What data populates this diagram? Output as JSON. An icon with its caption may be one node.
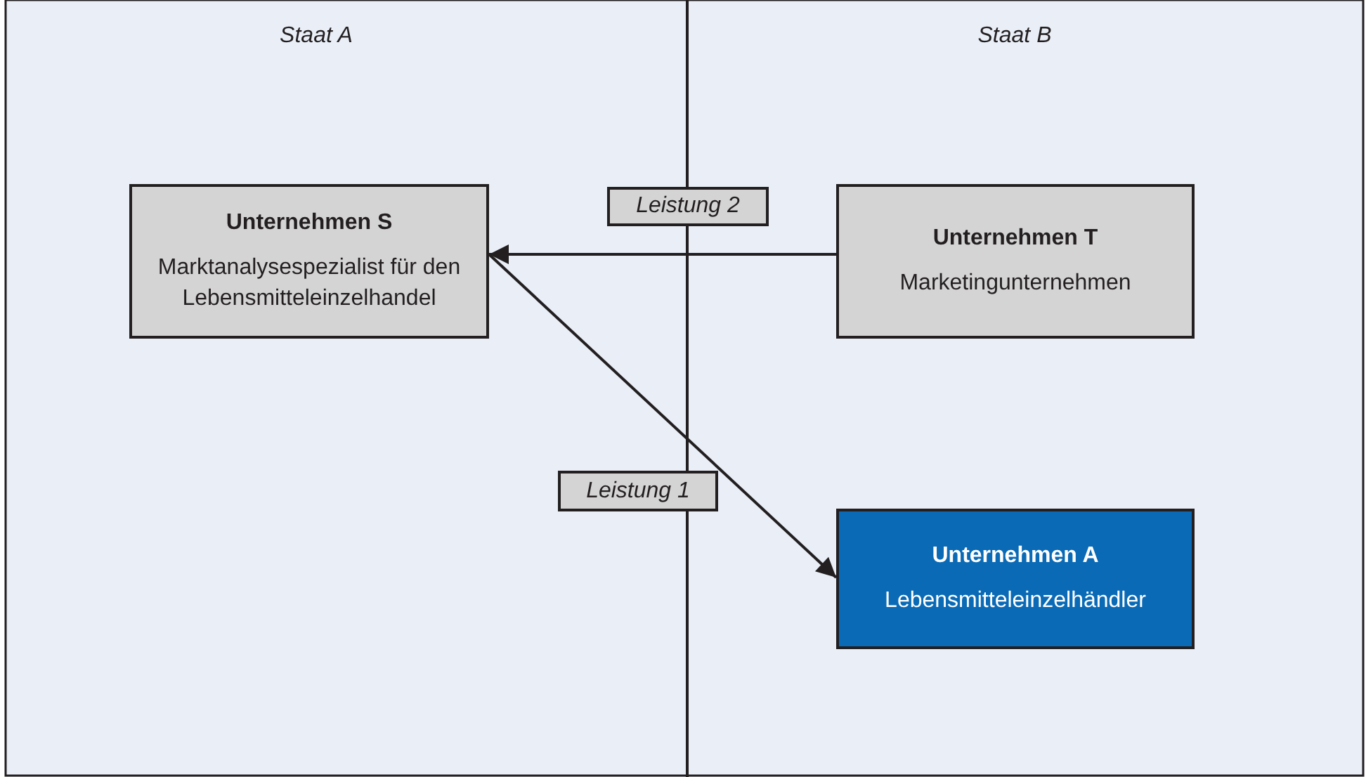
{
  "diagram": {
    "nodes": [
      {
        "text": [
          "Unternehmen S",
          "Marktanalysespezialist für den Lebensmitteleinzelhandel"
        ]
      },
      {
        "text": [
          "Unternehmen T",
          "Marketingunternehmen"
        ]
      },
      {
        "text": [
          "Unternehmen A",
          "Lebensmitteleinzelhändler"
        ]
      }
    ],
    "edges": [
      {
        "from": 1,
        "to": 0,
        "arrow": "to",
        "label": "Leistung 2"
      },
      {
        "from": 0,
        "to": 2,
        "arrow": "to",
        "label": "Leistung 1"
      }
    ],
    "labels": [
      "Staat A",
      "Staat B"
    ]
  }
}
